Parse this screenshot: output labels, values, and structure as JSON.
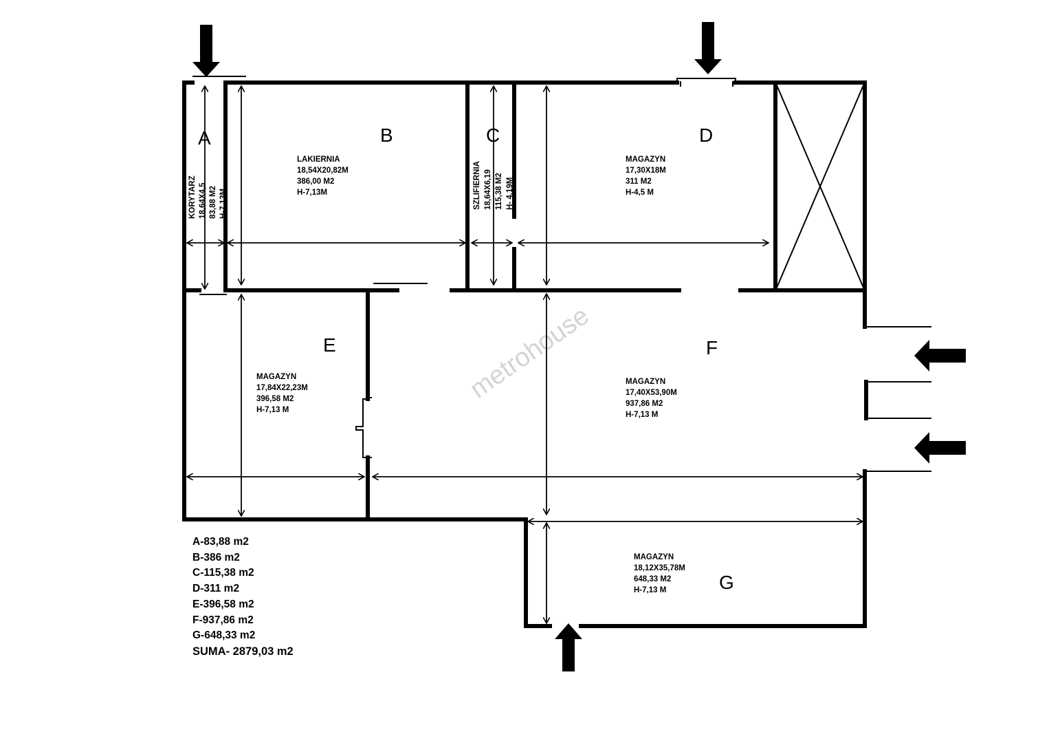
{
  "watermark": "metrohouse",
  "rooms": {
    "A": {
      "letter": "A",
      "lines": [
        "KORYTARZ",
        "18,64X4,5",
        "83,88 M2",
        "H-7,13M"
      ]
    },
    "B": {
      "letter": "B",
      "lines": [
        "LAKIERNIA",
        "18,54X20,82M",
        "386,00 M2",
        "H-7,13M"
      ]
    },
    "C": {
      "letter": "C",
      "lines": [
        "SZLIFIERNIA",
        "18,64X6,19",
        "115,38 M2",
        "H- 4,19M"
      ]
    },
    "D": {
      "letter": "D",
      "lines": [
        "MAGAZYN",
        "17,30X18M",
        "311 M2",
        "H-4,5 M"
      ]
    },
    "E": {
      "letter": "E",
      "lines": [
        "MAGAZYN",
        "17,84X22,23M",
        "396,58 M2",
        "H-7,13 M"
      ]
    },
    "F": {
      "letter": "F",
      "lines": [
        "MAGAZYN",
        "17,40X53,90M",
        "937,86 M2",
        "H-7,13 M"
      ]
    },
    "G": {
      "letter": "G",
      "lines": [
        "MAGAZYN",
        "18,12X35,78M",
        "648,33 M2",
        "H-7,13 M"
      ]
    }
  },
  "summary": {
    "items": [
      "A-83,88 m2",
      "B-386 m2",
      "C-115,38 m2",
      "D-311 m2",
      "E-396,58 m2",
      "F-937,86 m2",
      "G-648,33 m2"
    ],
    "total": "SUMA- 2879,03 m2"
  }
}
